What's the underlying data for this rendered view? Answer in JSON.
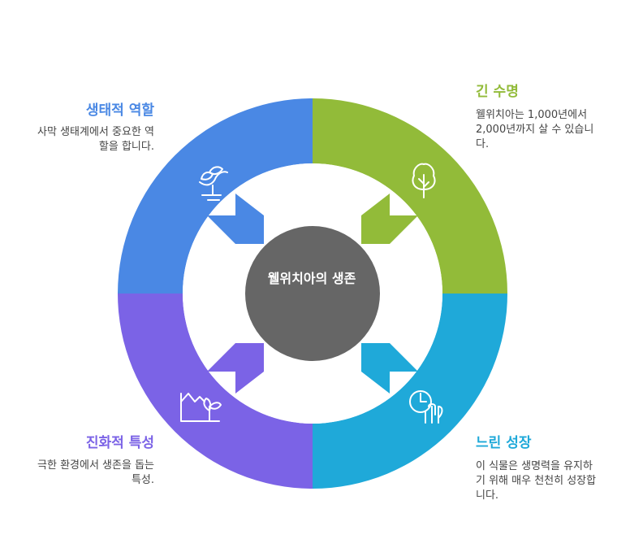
{
  "center": {
    "title": "웰위치아의 생존"
  },
  "sections": {
    "top_left": {
      "title": "생태적 역할",
      "desc": "사막 생태계에서 중요한 역할을 합니다.",
      "icon": "plant-hand-icon"
    },
    "top_right": {
      "title": "긴 수명",
      "desc": "웰위치아는 1,000년에서 2,000년까지 살 수 있습니다.",
      "icon": "tree-icon"
    },
    "bottom_right": {
      "title": "느린 성장",
      "desc": "이 식물은 생명력을 유지하기 위해 매우 천천히 성장합니다.",
      "icon": "growth-clock-icon"
    },
    "bottom_left": {
      "title": "진화적 특성",
      "desc": "극한 환경에서 생존을 돕는 특성.",
      "icon": "desert-plant-icon"
    }
  },
  "colors": {
    "top_left": "#4a88e4",
    "top_right": "#92bb39",
    "bottom_right": "#1fa9d9",
    "bottom_left": "#7b63e6",
    "center": "#666666"
  }
}
